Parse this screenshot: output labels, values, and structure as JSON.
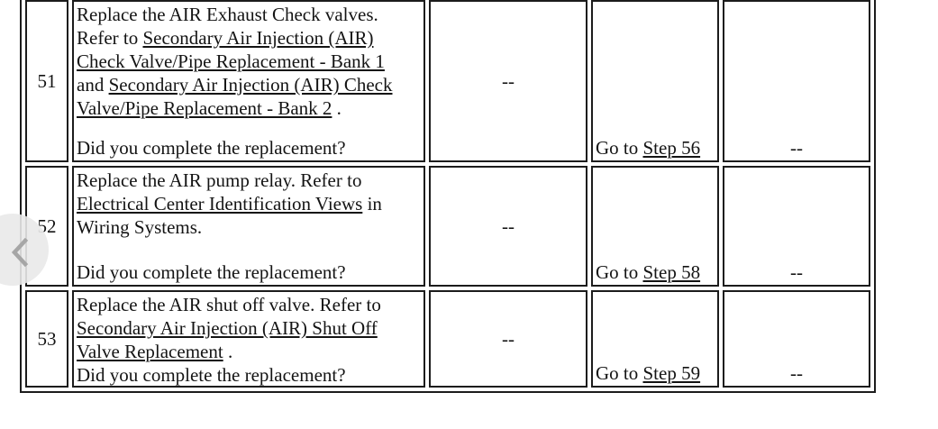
{
  "overlay": {
    "prev_button": {
      "icon": "chevron-left",
      "color": "#a6a6a6"
    }
  },
  "table": {
    "border_color": "#1c1c1c",
    "rows": [
      {
        "step": "51",
        "action_lines": [
          [
            {
              "t": "Replace the AIR Exhaust Check valves."
            }
          ],
          [
            {
              "t": "Refer to "
            },
            {
              "t": "Secondary Air Injection (AIR)",
              "link": true
            }
          ],
          [
            {
              "t": "Check Valve/Pipe Replacement - Bank 1",
              "link": true
            }
          ],
          [
            {
              "t": "and "
            },
            {
              "t": "Secondary Air Injection (AIR) Check",
              "link": true
            }
          ],
          [
            {
              "t": "Valve/Pipe Replacement - Bank 2",
              "link": true
            },
            {
              "t": " ."
            }
          ]
        ],
        "question": "Did you complete the replacement?",
        "value": "--",
        "yes": [
          {
            "t": "Go to "
          },
          {
            "t": "Step 56",
            "link": true
          }
        ],
        "no": "--"
      },
      {
        "step": "52",
        "action_lines": [
          [
            {
              "t": "Replace the AIR pump relay. Refer to"
            }
          ],
          [
            {
              "t": "Electrical Center Identification Views",
              "link": true
            },
            {
              "t": " in"
            }
          ],
          [
            {
              "t": "Wiring Systems."
            }
          ]
        ],
        "question": "Did you complete the replacement?",
        "value": "--",
        "yes": [
          {
            "t": "Go to "
          },
          {
            "t": "Step 58",
            "link": true
          }
        ],
        "no": "--"
      },
      {
        "step": "53",
        "action_lines": [
          [
            {
              "t": "Replace the AIR shut off valve. Refer to"
            }
          ],
          [
            {
              "t": "Secondary Air Injection (AIR) Shut Off",
              "link": true
            }
          ],
          [
            {
              "t": "Valve Replacement",
              "link": true
            },
            {
              "t": " ."
            }
          ]
        ],
        "question": "Did you complete the replacement?",
        "value": "--",
        "yes": [
          {
            "t": "Go to "
          },
          {
            "t": "Step 59",
            "link": true
          }
        ],
        "no": "--"
      }
    ]
  }
}
